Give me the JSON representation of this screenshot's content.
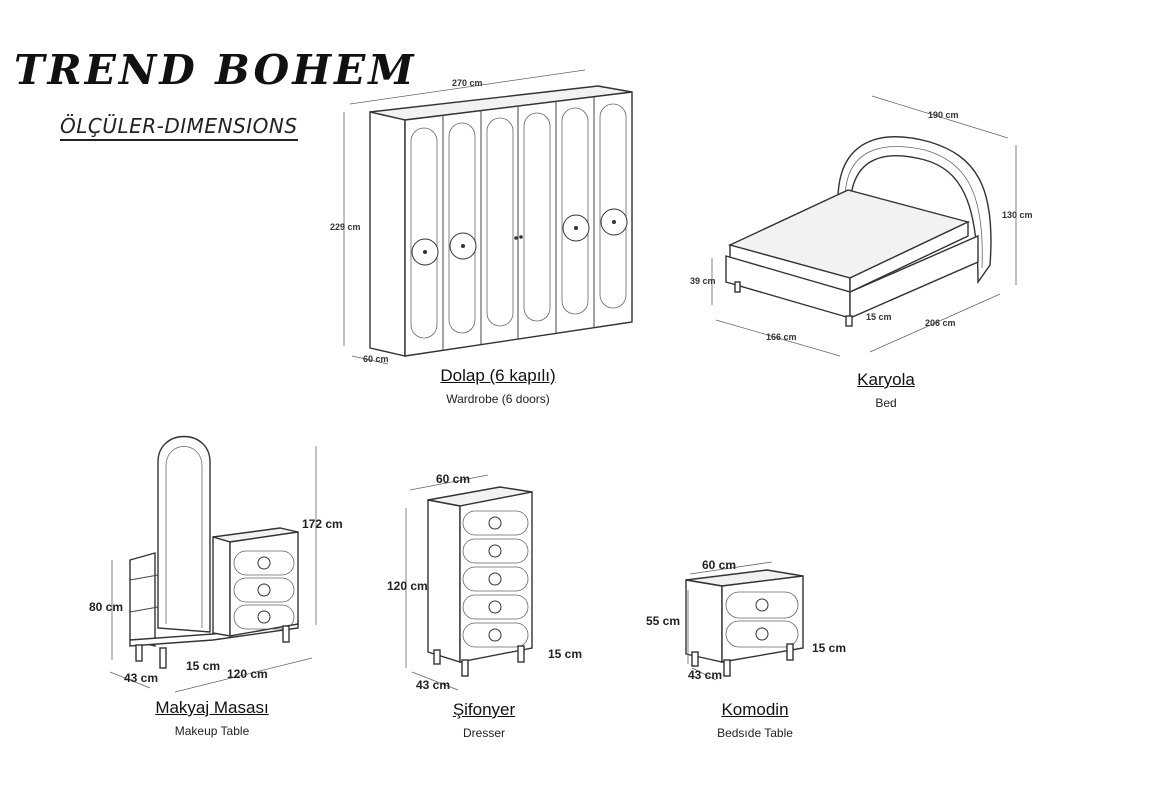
{
  "brand": "TREND BOHEM",
  "subtitle": "ÖLÇÜLER-DIMENSIONS",
  "wardrobe": {
    "name_tr": "Dolap (6 kapılı)",
    "name_en": "Wardrobe (6 doors)",
    "width": "270 cm",
    "height": "229 cm",
    "depth": "60 cm"
  },
  "bed": {
    "name_tr": "Karyola",
    "name_en": "Bed",
    "headboard_width": "190 cm",
    "headboard_height": "130 cm",
    "frame_height": "39 cm",
    "width": "166 cm",
    "length": "206 cm",
    "leg": "15 cm"
  },
  "makeup_table": {
    "name_tr": "Makyaj Masası",
    "name_en": "Makeup Table",
    "height": "172 cm",
    "table_height": "80 cm",
    "width": "120 cm",
    "depth": "43 cm",
    "leg": "15 cm"
  },
  "dresser": {
    "name_tr": "Şifonyer",
    "name_en": "Dresser",
    "width": "60 cm",
    "height": "120 cm",
    "depth": "43 cm",
    "leg": "15 cm"
  },
  "bedside": {
    "name_tr": "Komodin",
    "name_en": "Bedsıde Table",
    "width": "60 cm",
    "height": "55 cm",
    "depth": "43 cm",
    "leg": "15 cm"
  }
}
